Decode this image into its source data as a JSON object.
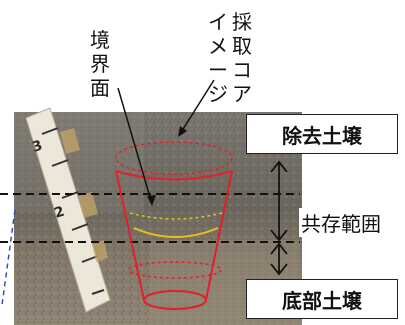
{
  "labels": {
    "boundary_surface": [
      "境",
      "界",
      "面"
    ],
    "core_image_col1": [
      "採",
      "取",
      "コ",
      "ア"
    ],
    "core_image_col2": [
      "イ",
      "メ",
      "ー",
      "ジ"
    ],
    "removed_soil": "除去土壌",
    "coexistence_range": "共存範囲",
    "bottom_soil": "底部土壌"
  },
  "colors": {
    "core_outline": "#e0202a",
    "boundary_line": "#e6c020",
    "dashed_line": "#111111",
    "blue_dashed": "#3050c0",
    "soil_dark": "#6f6a62",
    "soil_light": "#a89f8c",
    "ruler": "#f2eee4"
  }
}
